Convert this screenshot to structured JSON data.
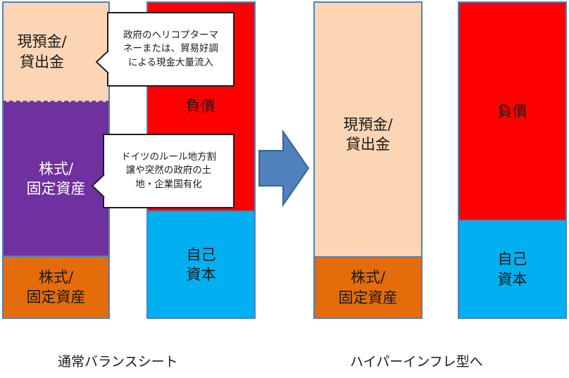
{
  "colors": {
    "cash": "#fcd5b4",
    "stocks_purple": "#7030a0",
    "stocks_orange": "#e46c0a",
    "debt": "#ff0000",
    "equity": "#00b0f0",
    "border": "#4f81bd",
    "arrow": "#4f81bd"
  },
  "left": {
    "cash_label": "現預金/\n貸出金",
    "stocks_label": "株式/\n固定資産",
    "stocks2_label": "株式/\n固定資産",
    "debt_label": "負債",
    "equity_label": "自己\n資本",
    "caption": "通常バランスシート"
  },
  "callouts": {
    "top": "政府のヘリコプターマ\nネーまたは、貿易好調\nによる現金大量流入",
    "bottom": "ドイツのルール地方割\n譲や突然の政府の土\n地・企業国有化"
  },
  "right": {
    "cash_label": "現預金/\n貸出金",
    "stocks_label": "株式/\n固定資産",
    "debt_label": "負債",
    "equity_label": "自己\n資本",
    "caption": "ハイパーインフレ型へ"
  }
}
